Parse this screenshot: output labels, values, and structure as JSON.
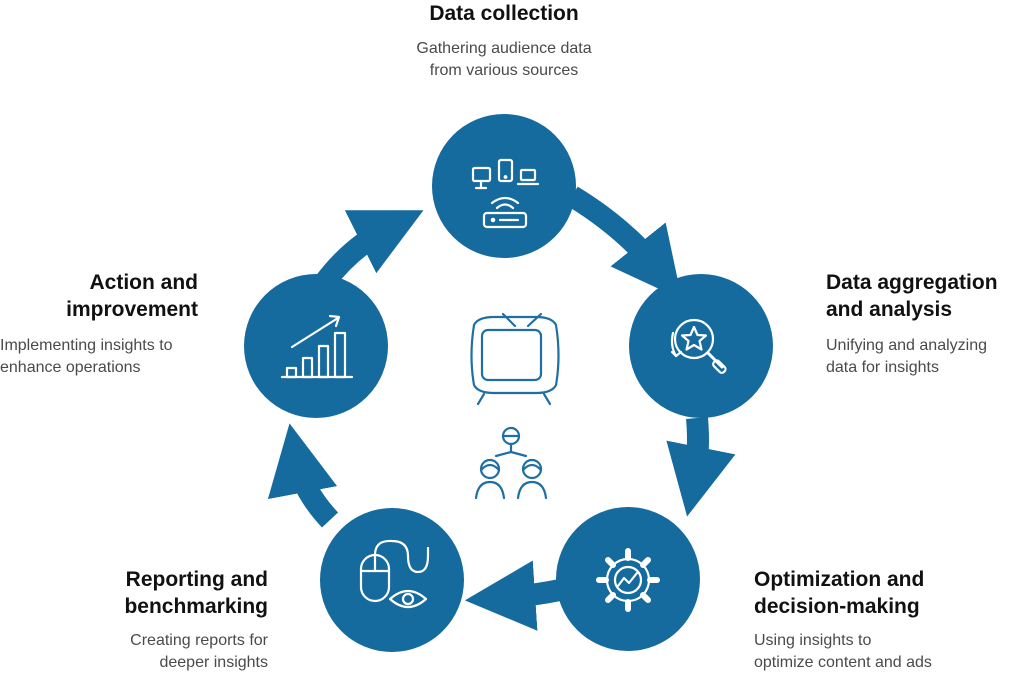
{
  "colors": {
    "primary": "#156a9e",
    "icon": "#ffffff",
    "center_icon": "#1f6fa3",
    "title": "#111111",
    "desc": "#4a4a4a"
  },
  "center_icons": [
    "tv-icon",
    "audience-group-icon"
  ],
  "stages": [
    {
      "id": "data-collection",
      "icon": "devices-router-icon",
      "title": [
        "Data collection"
      ],
      "description": [
        "Gathering audience data",
        "from various sources"
      ]
    },
    {
      "id": "data-aggregation",
      "icon": "search-star-icon",
      "title": [
        "Data aggregation",
        "and analysis"
      ],
      "description": [
        "Unifying and analyzing",
        "data for insights"
      ]
    },
    {
      "id": "optimization",
      "icon": "gear-chart-icon",
      "title": [
        "Optimization and",
        "decision-making"
      ],
      "description": [
        "Using insights to",
        "optimize content and ads"
      ]
    },
    {
      "id": "reporting",
      "icon": "mouse-eye-icon",
      "title": [
        "Reporting and",
        "benchmarking"
      ],
      "description": [
        "Creating reports for",
        "deeper insights"
      ]
    },
    {
      "id": "action",
      "icon": "growth-bar-chart-icon",
      "title": [
        "Action and",
        "improvement"
      ],
      "description": [
        "Implementing insights to",
        "enhance operations"
      ]
    }
  ]
}
